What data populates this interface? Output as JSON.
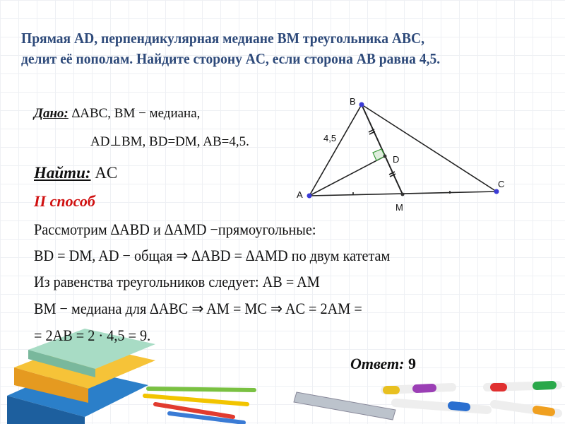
{
  "title": {
    "line1": "Прямая AD, перпендикулярная медиане BM треугольника ABC,",
    "line2": "делит её пополам. Найдите сторону AC, если сторона AB равна 4,5."
  },
  "given": {
    "label": "Дано:",
    "line1": "∆ABC, BM − медиана,",
    "line2": "AD⊥BM, BD=DM, AB=4,5."
  },
  "find": {
    "label": "Найти:",
    "value": "AC"
  },
  "method": "II способ",
  "solution": [
    "Рассмотрим ∆ABD и ∆AMD −прямоугольные:",
    "BD = DM, AD − общая ⇒ ∆ABD = ∆AMD по двум катетам",
    "Из равенства треугольников следует: AB = AM",
    "BM − медиана для ∆ABC ⇒ AM = MC ⇒ AC = 2AM =",
    "= 2AB = 2 · 4,5 = 9."
  ],
  "answer": {
    "label": "Ответ:",
    "value": "9"
  },
  "figure": {
    "points": {
      "A": "A",
      "B": "B",
      "C": "C",
      "D": "D",
      "M": "M"
    },
    "side_label": "4,5",
    "point_color": "#3b3bd6",
    "right_angle_color": "#3a9a3a"
  },
  "colors": {
    "title": "#2e4a7a",
    "method": "#d01010"
  }
}
